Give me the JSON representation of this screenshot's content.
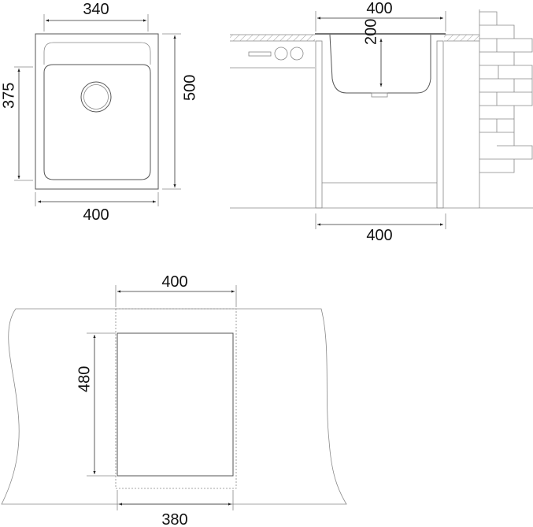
{
  "top_view": {
    "dim_bowl_width": "340",
    "dim_bowl_length": "375",
    "dim_total_length": "500",
    "dim_total_width": "400"
  },
  "side_view": {
    "dim_top_width": "400",
    "dim_depth": "200",
    "dim_cabinet_width": "400"
  },
  "cutout_view": {
    "dim_width": "400",
    "dim_length": "480",
    "dim_inner_width": "380"
  }
}
